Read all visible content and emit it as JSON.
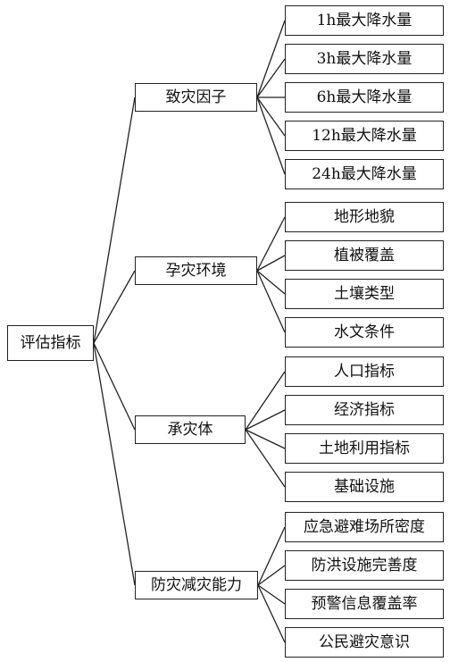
{
  "root": {
    "label": "评估指标"
  },
  "groups": [
    {
      "label": "致灾因子",
      "items": [
        "1h最大降水量",
        "3h最大降水量",
        "6h最大降水量",
        "12h最大降水量",
        "24h最大降水量"
      ]
    },
    {
      "label": "孕灾环境",
      "items": [
        "地形地貌",
        "植被覆盖",
        "土壤类型",
        "水文条件"
      ]
    },
    {
      "label": "承灾体",
      "items": [
        "人口指标",
        "经济指标",
        "土地利用指标",
        "基础设施"
      ]
    },
    {
      "label": "防灾减灾能力",
      "items": [
        "应急避难场所密度",
        "防洪设施完善度",
        "预警信息覆盖率",
        "公民避灾意识"
      ]
    }
  ]
}
